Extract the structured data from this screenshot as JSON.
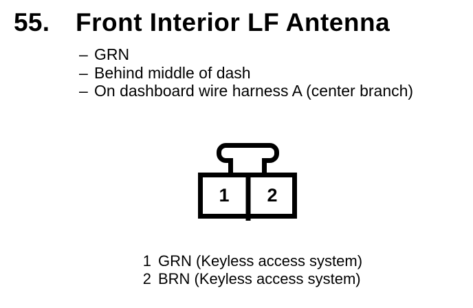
{
  "colors": {
    "background": "#ffffff",
    "ink": "#000000"
  },
  "section": {
    "number": "55.",
    "title": "Front Interior LF Antenna",
    "bullet_char": "–",
    "details": [
      "GRN",
      "Behind middle of dash",
      "On dashboard wire harness A (center branch)"
    ]
  },
  "connector": {
    "pins": [
      {
        "number": "1"
      },
      {
        "number": "2"
      }
    ]
  },
  "legend": {
    "entries": [
      {
        "number": "1",
        "label": "GRN (Keyless access system)"
      },
      {
        "number": "2",
        "label": "BRN (Keyless access system)"
      }
    ]
  }
}
